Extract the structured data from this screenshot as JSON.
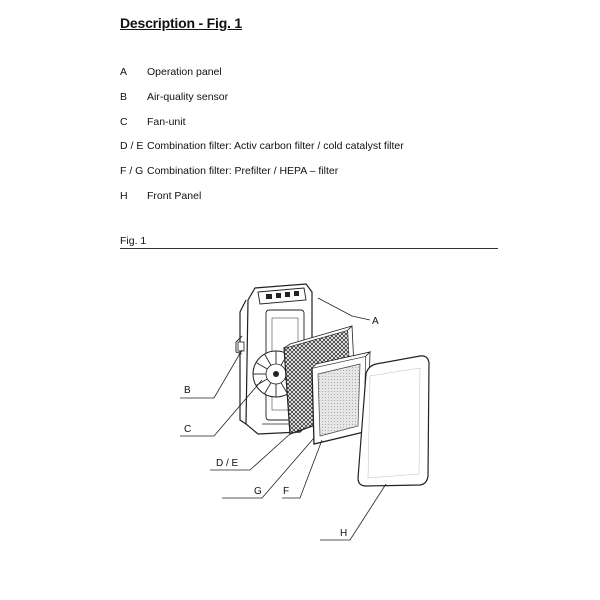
{
  "title": "Description  - Fig. 1",
  "legend": [
    {
      "code": "A",
      "text": "Operation panel"
    },
    {
      "code": "B",
      "text": "Air-quality sensor"
    },
    {
      "code": "C",
      "text": "Fan-unit"
    },
    {
      "code": "D / E",
      "text": "Combination filter:  Activ carbon filter / cold catalyst filter"
    },
    {
      "code": "F / G",
      "text": "Combination filter:  Prefilter / HEPA – filter"
    },
    {
      "code": "H",
      "text": "Front Panel"
    }
  ],
  "figure": {
    "label": "Fig. 1",
    "callouts": {
      "a": "A",
      "b": "B",
      "c": "C",
      "de": "D / E",
      "g": "G",
      "f": "F",
      "h": "H"
    }
  }
}
